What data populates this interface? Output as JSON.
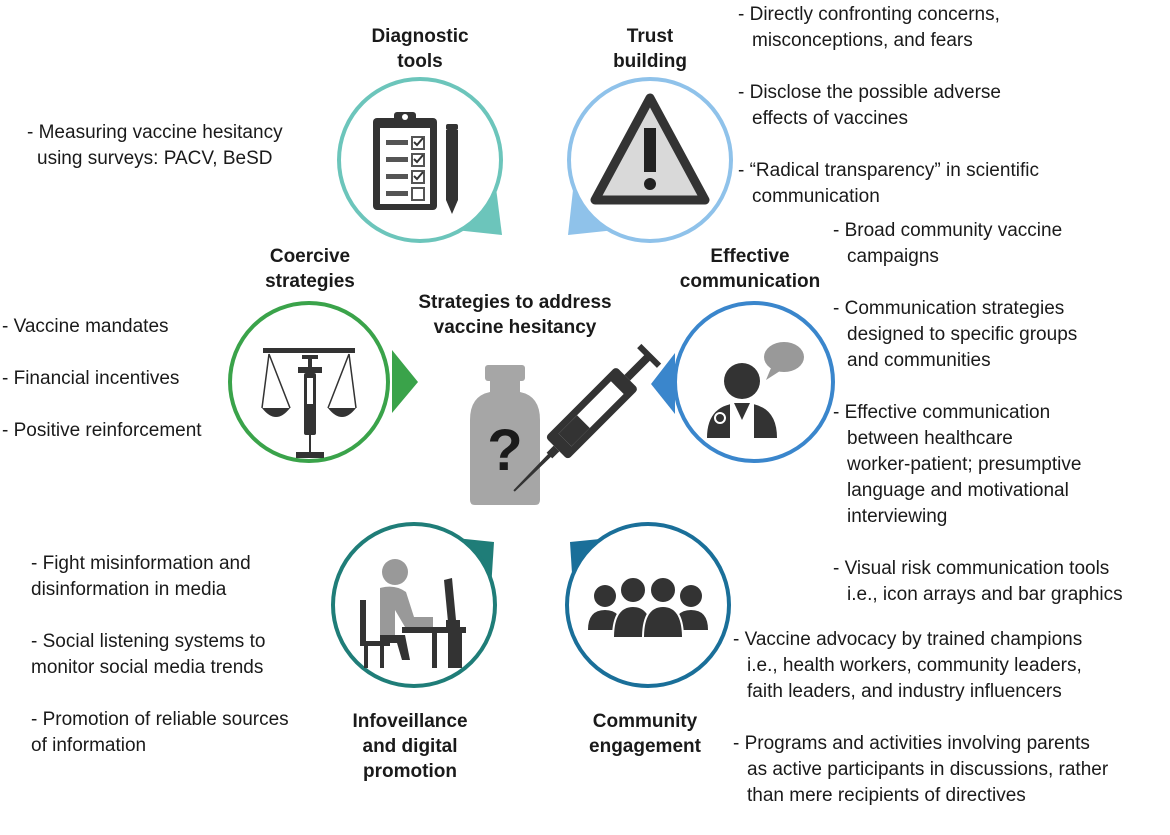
{
  "center_title": [
    "Strategies to address",
    "vaccine hesitancy"
  ],
  "colors": {
    "diagnostic": "#6cc5bb",
    "trust": "#8fc2ea",
    "coercive": "#3aa34a",
    "communication": "#3a86cc",
    "infoveillance": "#1f7d78",
    "community": "#1a6f99",
    "icon": "#333333",
    "vial": "#a6a6a6"
  },
  "icons": [
    "clipboard-checklist-icon",
    "warning-triangle-icon",
    "scales-syringe-icon",
    "doctor-speech-icon",
    "person-computer-icon",
    "group-people-icon",
    "vial-syringe-icon"
  ],
  "categories": {
    "diagnostic": {
      "title": [
        "Diagnostic",
        "tools"
      ],
      "items": [
        [
          "- Measuring vaccine hesitancy",
          "using surveys: PACV, BeSD"
        ]
      ]
    },
    "trust": {
      "title": [
        "Trust",
        "building"
      ],
      "items": [
        [
          "- Directly confronting concerns,",
          "misconceptions, and fears"
        ],
        [
          "- Disclose the possible adverse",
          "effects of vaccines"
        ],
        [
          "- “Radical transparency” in scientific",
          "communication"
        ]
      ]
    },
    "coercive": {
      "title": [
        "Coercive",
        "strategies"
      ],
      "items": [
        [
          "- Vaccine mandates"
        ],
        [
          "- Financial incentives"
        ],
        [
          "- Positive reinforcement"
        ]
      ]
    },
    "communication": {
      "title": [
        "Effective",
        "communication"
      ],
      "items": [
        [
          "- Broad community vaccine",
          "campaigns"
        ],
        [
          "- Communication strategies",
          "designed to specific groups",
          "and communities"
        ],
        [
          "- Effective communication",
          "between healthcare",
          "worker-patient; presumptive",
          "language and motivational",
          "interviewing"
        ],
        [
          "- Visual risk communication tools",
          "i.e., icon arrays and bar graphics"
        ]
      ]
    },
    "infoveillance": {
      "title": [
        "Infoveillance",
        "and digital",
        "promotion"
      ],
      "items": [
        [
          "- Fight misinformation and",
          "disinformation in media"
        ],
        [
          "- Social listening systems to",
          "monitor social media trends"
        ],
        [
          "- Promotion of reliable sources",
          "of information"
        ]
      ]
    },
    "community": {
      "title": [
        "Community",
        "engagement"
      ],
      "items": [
        [
          "- Vaccine advocacy by trained champions",
          "i.e., health workers, community leaders,",
          "faith leaders, and industry influencers"
        ],
        [
          "- Programs and activities  involving parents",
          "as active participants in discussions, rather",
          "than mere recipients of directives"
        ]
      ]
    }
  }
}
